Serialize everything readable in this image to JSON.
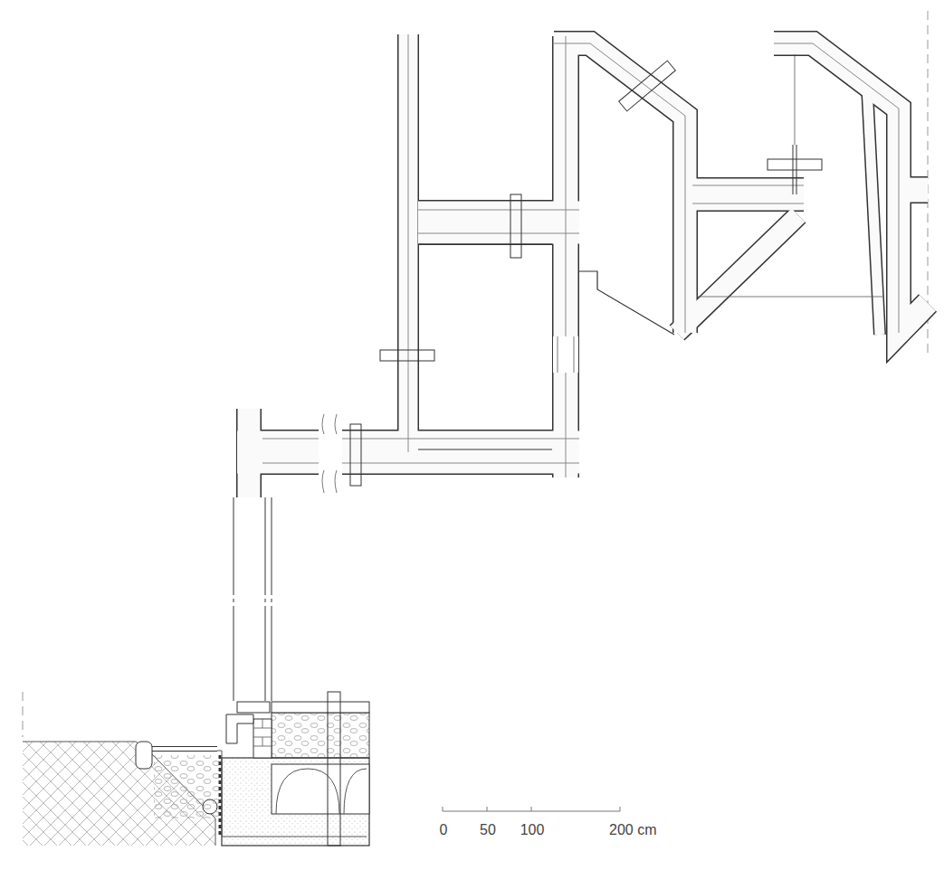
{
  "diagram": {
    "labels": [
      "0",
      "50",
      "100",
      "200 cm"
    ]
  }
}
